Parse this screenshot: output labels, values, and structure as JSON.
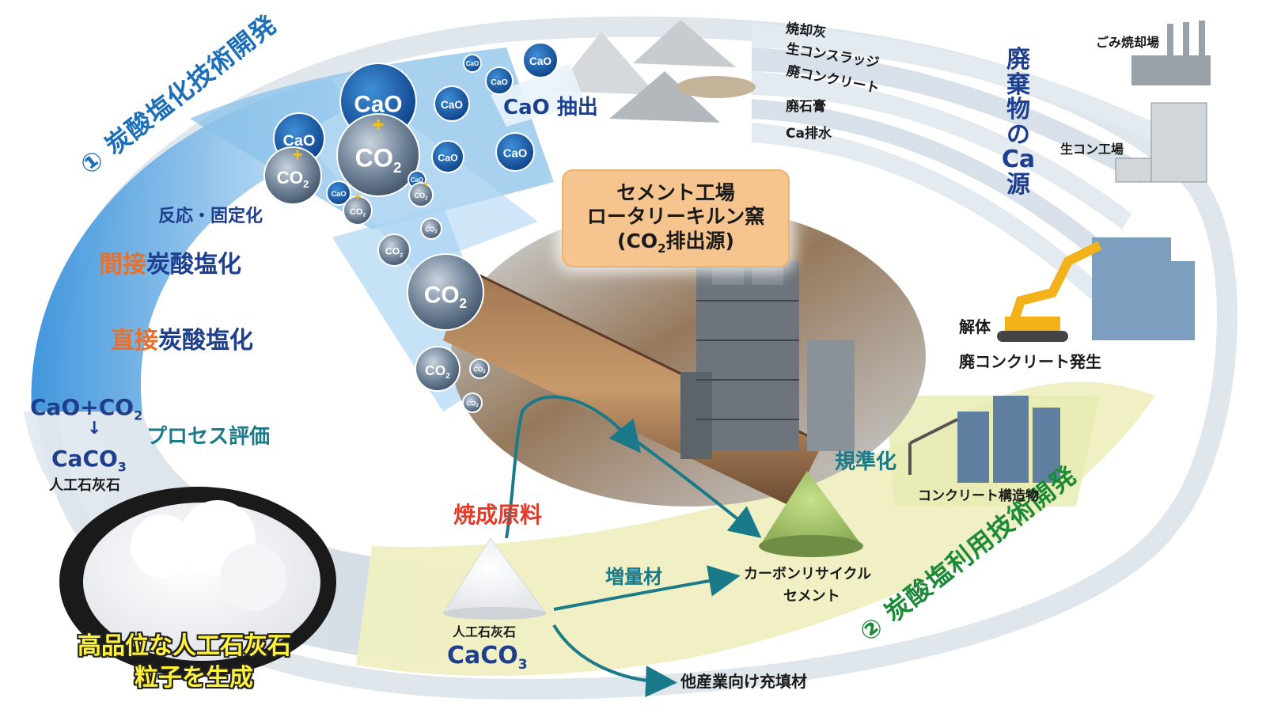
{
  "waste_sources": {
    "items": [
      "焼却灰",
      "生コンスラッジ",
      "廃コンクリート",
      "廃石膏",
      "Ca排水"
    ],
    "title_vertical": [
      "廃",
      "棄",
      "物",
      "の",
      "Ca",
      "源"
    ],
    "incineration_plant": "ごみ焼却場",
    "concrete_plant": "生コン工場",
    "demolition": "解体",
    "waste_concrete_generated": "廃コンクリート発生"
  },
  "cao_extraction": "CaO 抽出",
  "cao_label": "CaO",
  "co2_label": "CO",
  "co2_sub": "2",
  "plus_sign": "+",
  "kiln": {
    "line1": "セメント工場",
    "line2": "ロータリーキルン窯",
    "line3_pre": "(CO",
    "line3_sub": "2",
    "line3_post": "排出源)"
  },
  "section1": {
    "number": "①",
    "title": "炭酸塩化技術開発",
    "reaction": "反応・固定化",
    "indirect_prefix": "間接",
    "indirect_suffix": "炭酸塩化",
    "direct_prefix": "直接",
    "direct_suffix": "炭酸塩化",
    "equation_top": "CaO+CO",
    "equation_top_sub": "2",
    "arrow": "↓",
    "equation_bottom": "CaCO",
    "equation_bottom_sub": "3",
    "artificial_limestone": "人工石灰石",
    "process_eval": "プロセス評価",
    "powder_caption_1": "高品位な人工石灰石",
    "powder_caption_2": "粒子を生成"
  },
  "section2": {
    "number": "②",
    "title": "炭酸塩利用技術開発",
    "standardization": "規準化",
    "concrete_structure": "コンクリート構造物",
    "firing_material": "焼成原料",
    "extender": "増量材",
    "carbon_recycle_1": "カーボンリサイクル",
    "carbon_recycle_2": "セメント",
    "artificial_limestone": "人工石灰石",
    "caco3": "CaCO",
    "caco3_sub": "3",
    "filler": "他産業向け充填材"
  },
  "colors": {
    "blue_band": "#3d95dc",
    "green_title": "#1d8a3a",
    "blue_title": "#1c6fb8",
    "orange": "#e8722c",
    "red": "#e23b2a",
    "teal_arrow": "#1b7a8a",
    "yellow_band": "#f0efc2"
  }
}
